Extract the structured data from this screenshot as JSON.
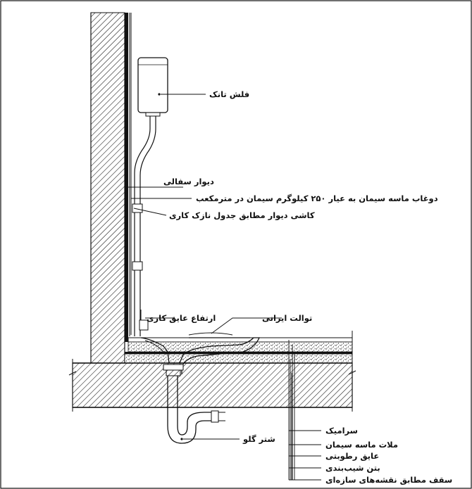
{
  "labels": {
    "flush_tank": "فلش تانک",
    "clay_wall": "دیوار سفالی",
    "cement_grout": "دوغاب ماسه سیمان به عیار ۲۵۰ کیلوگرم سیمان در مترمکعب",
    "wall_tile": "کاشی دیوار مطابق جدول نازک کاری",
    "waterproof_height": "ارتفاع عایق کاری",
    "iranian_toilet": "توالت ایرانی",
    "trap": "شتر گلو",
    "ceramic": "سرامیک",
    "cement_mortar": "ملات ماسه سیمان",
    "damp_proofing": "عایق رطوبتی",
    "slope_concrete": "بتن شیب‌بندی",
    "structural_slab": "سقف مطابق نقشه‌های سازه‌ای"
  },
  "colors": {
    "line": "#111111",
    "background": "#ffffff"
  }
}
